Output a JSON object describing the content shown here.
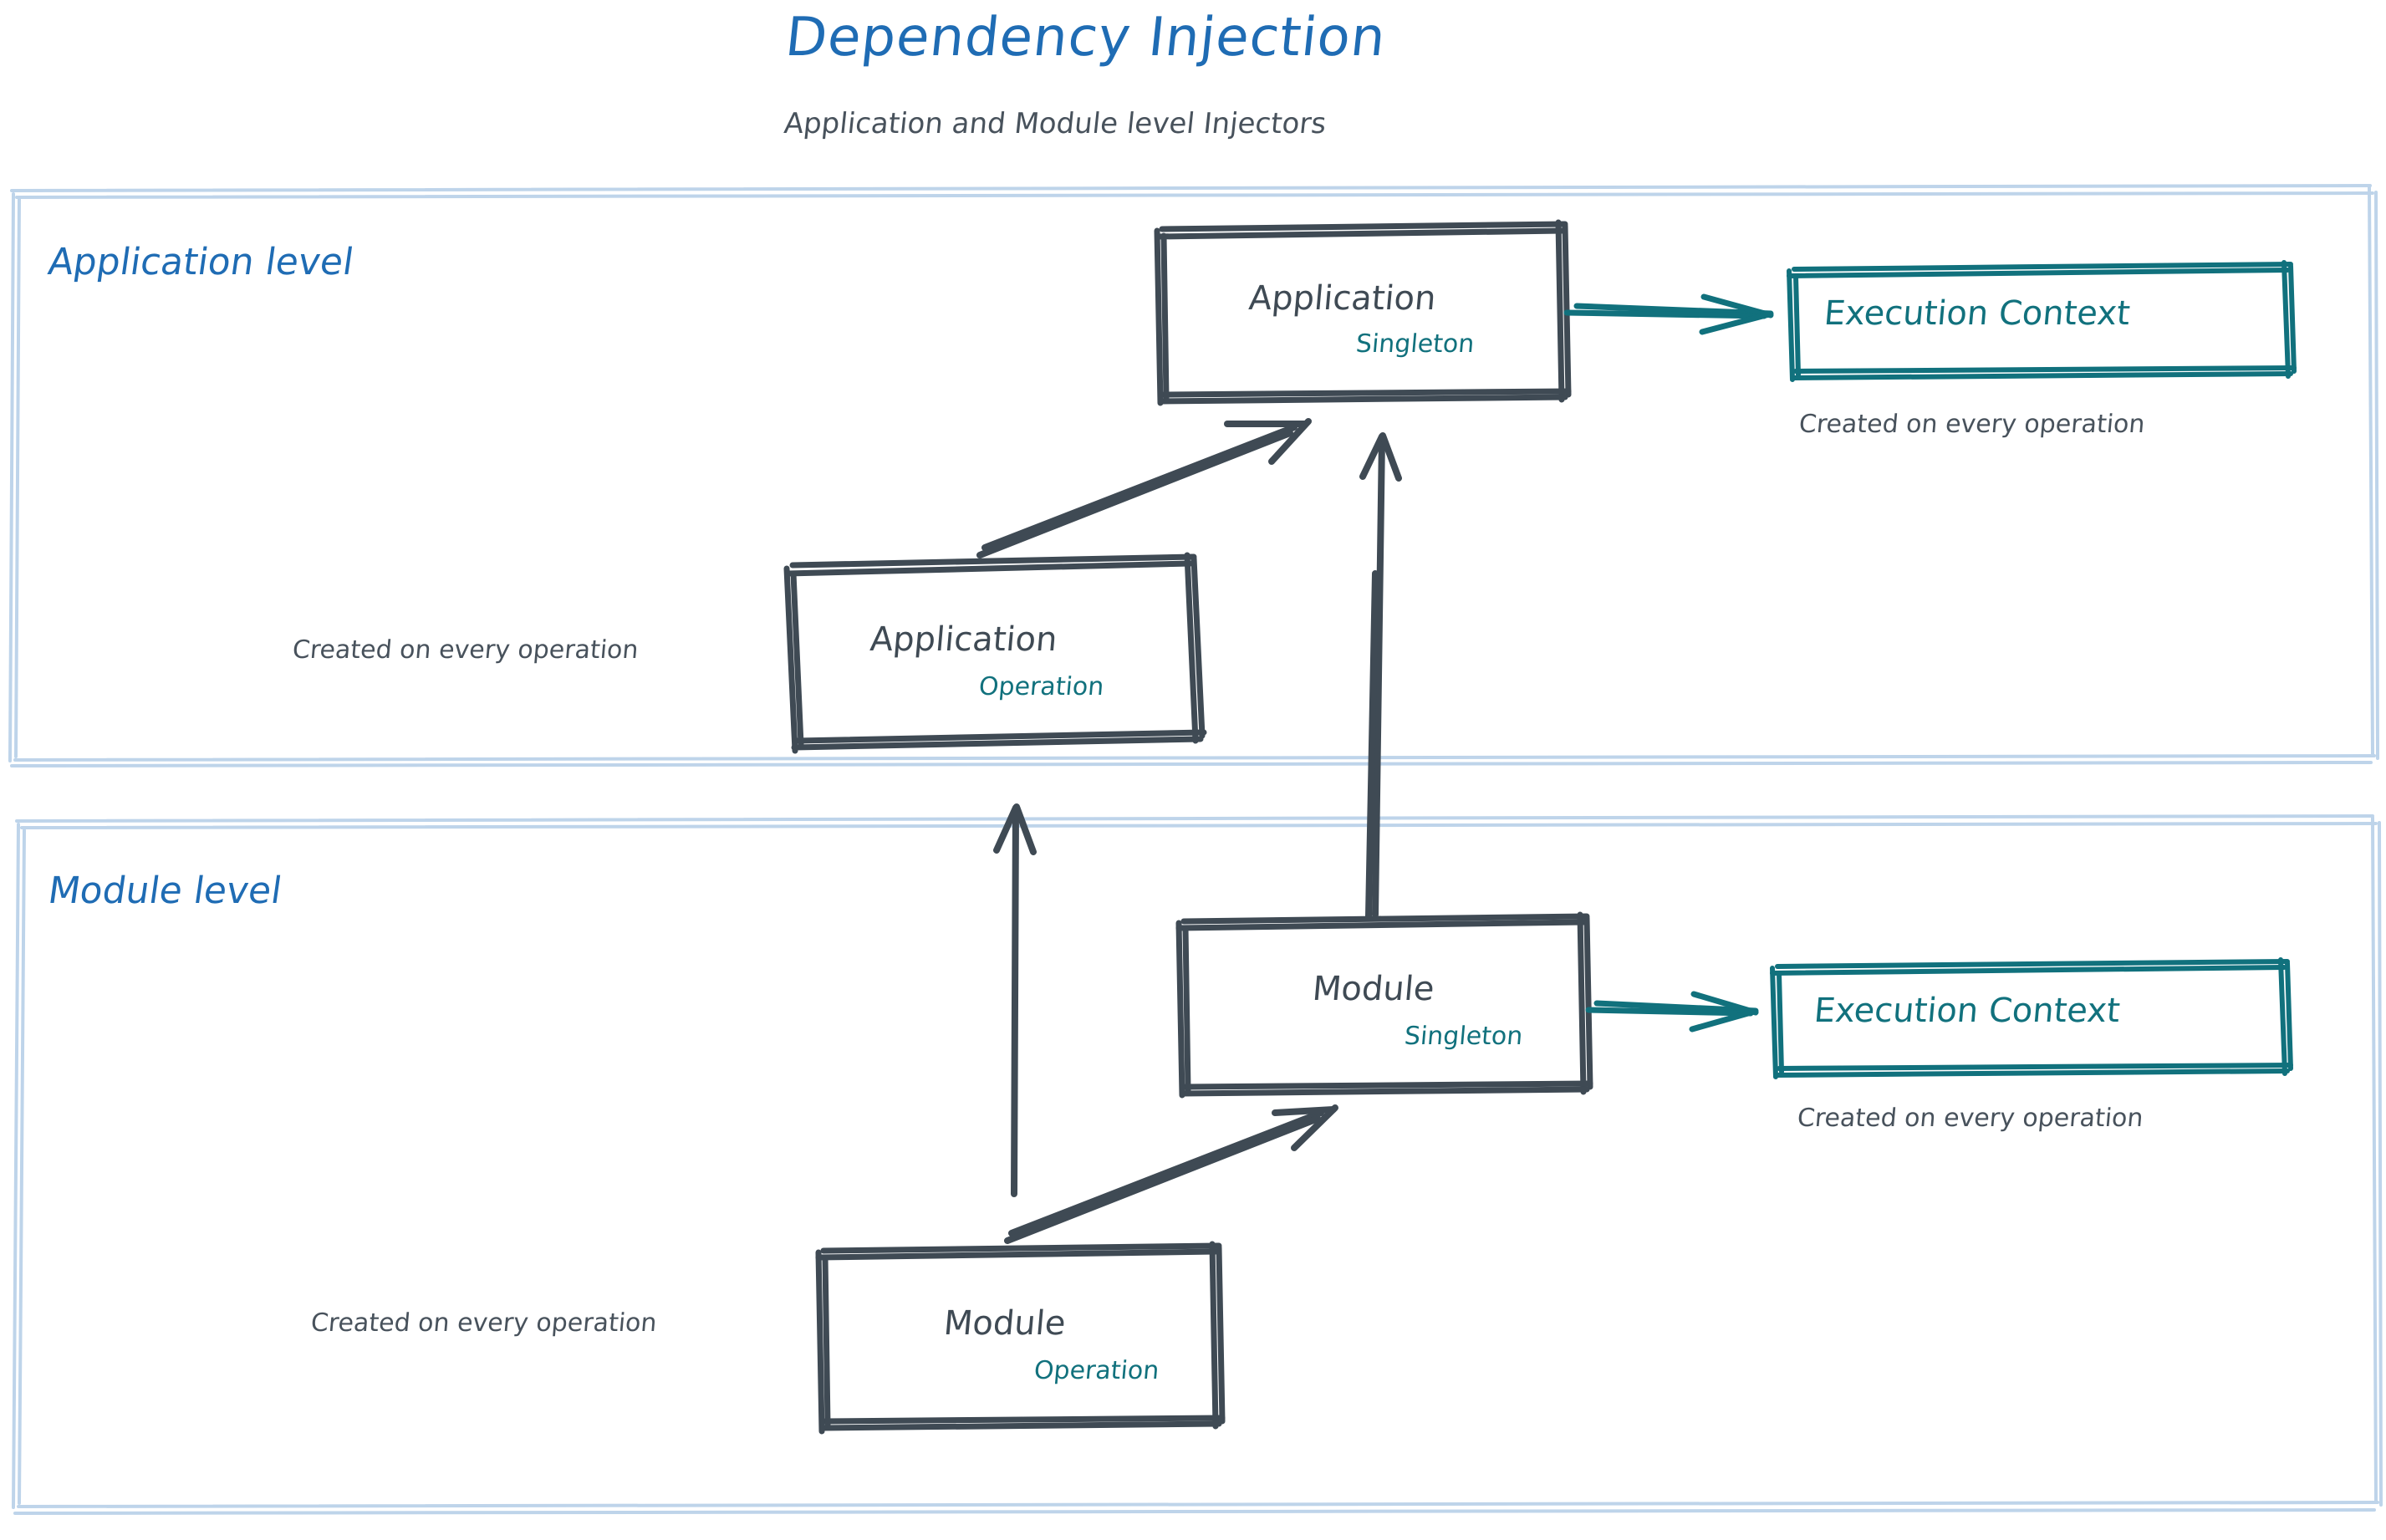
{
  "header": {
    "title": "Dependency Injection",
    "subtitle": "Application and Module level Injectors"
  },
  "colors": {
    "title_blue": "#1f6cb4",
    "accent_teal": "#11717d",
    "ink_gray": "#48525c",
    "container_blue": "#bed4ea",
    "background": "#ffffff"
  },
  "sections": [
    {
      "id": "application-level",
      "label": "Application level"
    },
    {
      "id": "module-level",
      "label": "Module level"
    }
  ],
  "nodes": [
    {
      "id": "application-singleton",
      "title": "Application",
      "scope": "Singleton",
      "section": "application-level"
    },
    {
      "id": "application-execution-context",
      "title": "Execution Context",
      "scope": "",
      "section": "application-level",
      "note": "Created on every operation"
    },
    {
      "id": "application-operation",
      "title": "Application",
      "scope": "Operation",
      "section": "application-level",
      "note": "Created on every operation"
    },
    {
      "id": "module-singleton",
      "title": "Module",
      "scope": "Singleton",
      "section": "module-level"
    },
    {
      "id": "module-execution-context",
      "title": "Execution Context",
      "scope": "",
      "section": "module-level",
      "note": "Created on every operation"
    },
    {
      "id": "module-operation",
      "title": "Module",
      "scope": "Operation",
      "section": "module-level",
      "note": "Created on every operation"
    }
  ],
  "notes": {
    "app_execution_context": "Created on every operation",
    "app_operation": "Created on every operation",
    "module_execution_context": "Created on every operation",
    "module_operation": "Created on every operation"
  },
  "edges": [
    {
      "id": "app-singleton-to-exec-context",
      "from": "application-singleton",
      "to": "application-execution-context",
      "style": "teal-arrow"
    },
    {
      "id": "app-operation-to-app-singleton",
      "from": "application-operation",
      "to": "application-singleton",
      "style": "gray-double-arrow"
    },
    {
      "id": "module-singleton-to-app-singleton",
      "from": "module-singleton",
      "to": "application-singleton",
      "style": "gray-double-arrow"
    },
    {
      "id": "module-singleton-to-exec-context",
      "from": "module-singleton",
      "to": "module-execution-context",
      "style": "teal-arrow"
    },
    {
      "id": "module-operation-to-module-singleton",
      "from": "module-operation",
      "to": "module-singleton",
      "style": "gray-double-arrow"
    },
    {
      "id": "module-operation-to-app-operation",
      "from": "module-operation",
      "to": "application-operation",
      "style": "gray-single-arrow"
    }
  ]
}
